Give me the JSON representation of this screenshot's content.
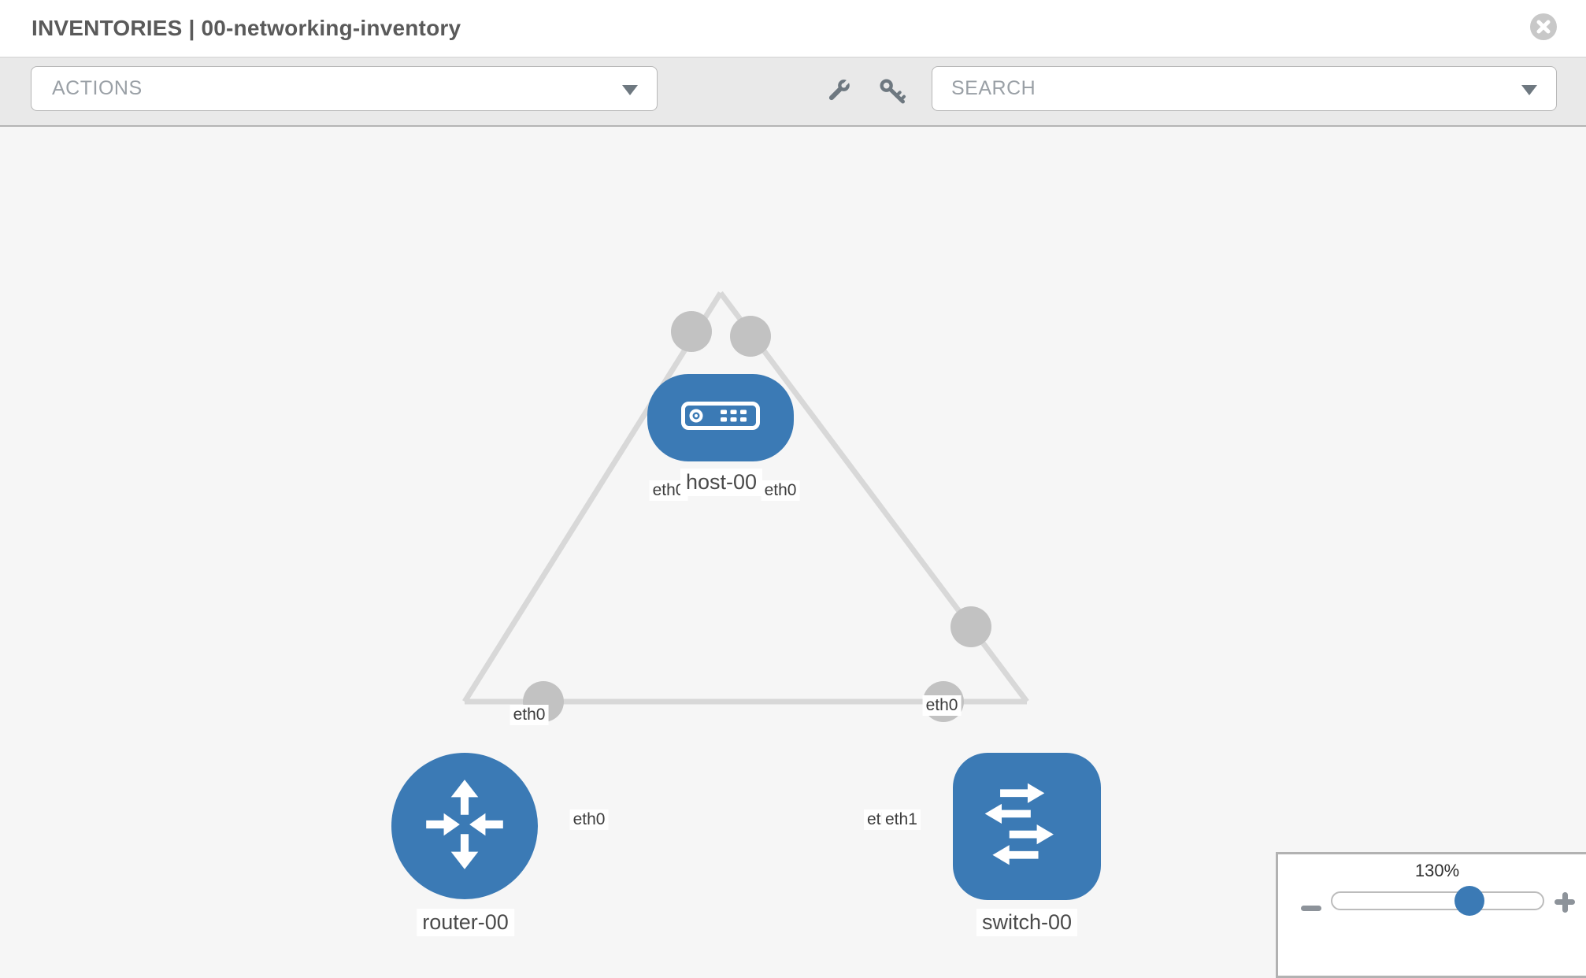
{
  "header": {
    "title": "INVENTORIES | 00-networking-inventory"
  },
  "toolbar": {
    "actions_label": "ACTIONS",
    "search_label": "SEARCH",
    "icons": [
      "wrench-icon",
      "key-icon"
    ]
  },
  "topology": {
    "nodes": [
      {
        "id": "host-00",
        "label": "host-00",
        "type": "host"
      },
      {
        "id": "router-00",
        "label": "router-00",
        "type": "router"
      },
      {
        "id": "switch-00",
        "label": "switch-00",
        "type": "switch"
      }
    ],
    "links": [
      {
        "source": "host-00",
        "target": "router-00",
        "source_iface": "eth0",
        "target_iface": "eth0"
      },
      {
        "source": "host-00",
        "target": "switch-00",
        "source_iface": "eth0",
        "target_iface": "eth0"
      },
      {
        "source": "router-00",
        "target": "switch-00",
        "source_iface": "eth0",
        "target_iface": "eth1"
      }
    ],
    "ifaces": {
      "host_left": "eth0",
      "host_right": "eth0",
      "host_router_mid": "eth0",
      "host_switch_mid": "eth0",
      "router_right": "eth0",
      "switch_back": "eth0",
      "switch_front": "eth1"
    }
  },
  "zoom_control": {
    "value": "130%"
  },
  "colors": {
    "node_blue": "#3b7ab5",
    "link_gray": "#d8d8d8",
    "iface_dot_gray": "#c2c2c2",
    "toolbar_gray": "#e9e9e9",
    "canvas_gray": "#f6f6f6"
  }
}
